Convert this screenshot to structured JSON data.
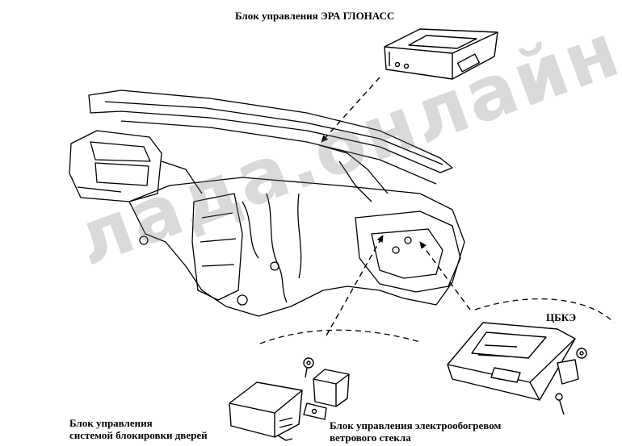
{
  "labels": {
    "era_glonass": "Блок управления ЭРА ГЛОНАСС",
    "cbke": "ЦБКЭ",
    "door_lock_line1": "Блок управления",
    "door_lock_line2": "системой блокировки дверей",
    "heated_glass_line1": "Блок управления электрообогревом",
    "heated_glass_line2": "ветрового стекла"
  },
  "watermark": "лада.онлайн"
}
